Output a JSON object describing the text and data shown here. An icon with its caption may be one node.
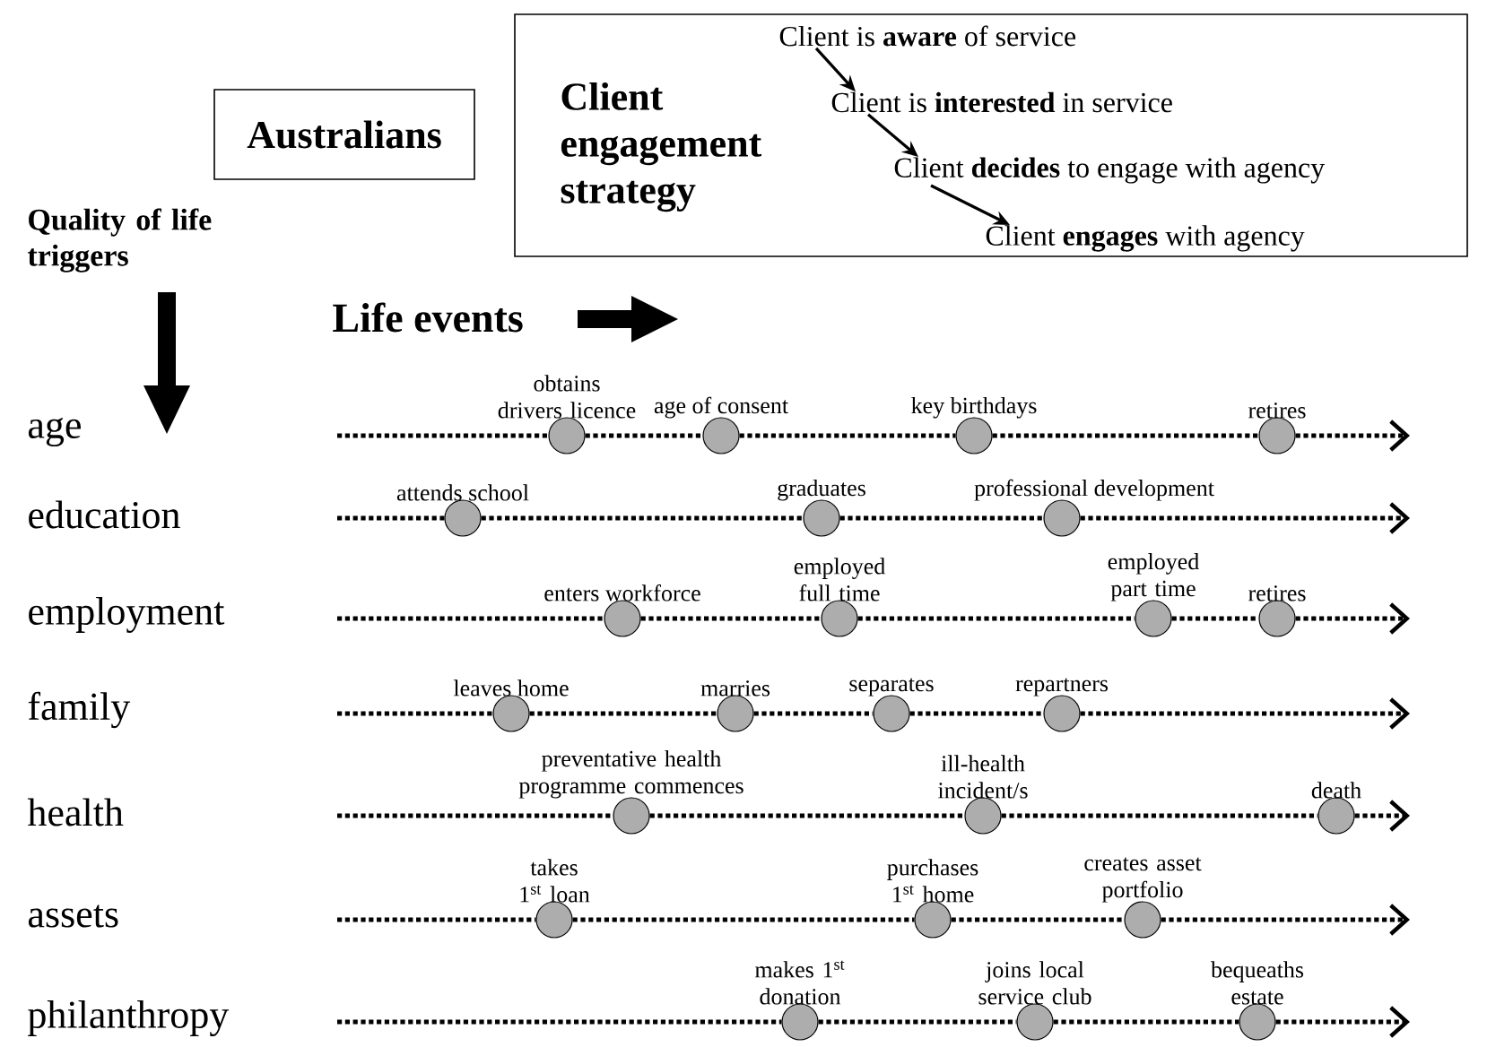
{
  "diagram": {
    "nodes": [
      {
        "text": [
          "Australians"
        ]
      },
      {
        "text": [
          "Client engagement strategy"
        ]
      },
      {
        "text": [
          "Client is **aware** of service"
        ],
        "in": 1
      },
      {
        "text": [
          "Client is **interested** in service"
        ],
        "in": 1
      },
      {
        "text": [
          "Client **decides** to engage with agency"
        ],
        "in": 1
      },
      {
        "text": [
          "Client **engages** with agency"
        ],
        "in": 1
      },
      {
        "text": [],
        "shape": "circle",
        "beside": [
          "obtains drivers licence"
        ]
      },
      {
        "text": [],
        "shape": "circle",
        "beside": [
          "age of consent"
        ]
      },
      {
        "text": [],
        "shape": "circle",
        "beside": [
          "key birthdays"
        ]
      },
      {
        "text": [],
        "shape": "circle",
        "beside": [
          "retires"
        ]
      },
      {
        "text": [],
        "shape": "circle",
        "beside": [
          "attends school"
        ]
      },
      {
        "text": [],
        "shape": "circle",
        "beside": [
          "graduates"
        ]
      },
      {
        "text": [],
        "shape": "circle",
        "beside": [
          "professional development"
        ]
      },
      {
        "text": [],
        "shape": "circle",
        "beside": [
          "enters workforce"
        ]
      },
      {
        "text": [],
        "shape": "circle",
        "beside": [
          "employed full time"
        ]
      },
      {
        "text": [],
        "shape": "circle",
        "beside": [
          "employed part time"
        ]
      },
      {
        "text": [],
        "shape": "circle",
        "beside": [
          "retires"
        ]
      },
      {
        "text": [],
        "shape": "circle",
        "beside": [
          "leaves home"
        ]
      },
      {
        "text": [],
        "shape": "circle",
        "beside": [
          "marries"
        ]
      },
      {
        "text": [],
        "shape": "circle",
        "beside": [
          "separates"
        ]
      },
      {
        "text": [],
        "shape": "circle",
        "beside": [
          "repartners"
        ]
      },
      {
        "text": [],
        "shape": "circle",
        "beside": [
          "preventative health programme commences"
        ]
      },
      {
        "text": [],
        "shape": "circle",
        "beside": [
          "ill-health incident/s"
        ]
      },
      {
        "text": [],
        "shape": "circle",
        "beside": [
          "death"
        ]
      },
      {
        "text": [],
        "shape": "circle",
        "beside": [
          "takes 1$^{st}$ loan"
        ]
      },
      {
        "text": [],
        "shape": "circle",
        "beside": [
          "purchases 1$^{st}$ home"
        ]
      },
      {
        "text": [],
        "shape": "circle",
        "beside": [
          "creates asset portfolio"
        ]
      },
      {
        "text": [],
        "shape": "circle",
        "beside": [
          "makes 1$^{st}$ donation"
        ]
      },
      {
        "text": [],
        "shape": "circle",
        "beside": [
          "joins local service club"
        ]
      },
      {
        "text": [],
        "shape": "circle",
        "beside": [
          "bequeaths estate"
        ]
      }
    ],
    "edges": [
      {
        "from": 2,
        "to": 3,
        "arrow": "to"
      },
      {
        "from": 3,
        "to": 4,
        "arrow": "to"
      },
      {
        "from": 4,
        "to": 5,
        "arrow": "to"
      },
      {
        "from": null,
        "to": 6,
        "arrow": "none",
        "style": "dashed"
      },
      {
        "from": 6,
        "to": 7,
        "arrow": "none",
        "style": "dashed"
      },
      {
        "from": 7,
        "to": 8,
        "arrow": "none",
        "style": "dashed"
      },
      {
        "from": 8,
        "to": 9,
        "arrow": "none",
        "style": "dashed"
      },
      {
        "from": 9,
        "to": null,
        "arrow": "to",
        "style": "dashed"
      },
      {
        "from": null,
        "to": 10,
        "arrow": "none",
        "style": "dashed"
      },
      {
        "from": 10,
        "to": 11,
        "arrow": "none",
        "style": "dashed"
      },
      {
        "from": 11,
        "to": 12,
        "arrow": "none",
        "style": "dashed"
      },
      {
        "from": 12,
        "to": null,
        "arrow": "to",
        "style": "dashed"
      },
      {
        "from": null,
        "to": 13,
        "arrow": "none",
        "style": "dashed"
      },
      {
        "from": 13,
        "to": 14,
        "arrow": "none",
        "style": "dashed"
      },
      {
        "from": 14,
        "to": 15,
        "arrow": "none",
        "style": "dashed"
      },
      {
        "from": 15,
        "to": 16,
        "arrow": "none",
        "style": "dashed"
      },
      {
        "from": 16,
        "to": null,
        "arrow": "to",
        "style": "dashed"
      },
      {
        "from": null,
        "to": 17,
        "arrow": "none",
        "style": "dashed"
      },
      {
        "from": 17,
        "to": 18,
        "arrow": "none",
        "style": "dashed"
      },
      {
        "from": 18,
        "to": 19,
        "arrow": "none",
        "style": "dashed"
      },
      {
        "from": 19,
        "to": 20,
        "arrow": "none",
        "style": "dashed"
      },
      {
        "from": 20,
        "to": null,
        "arrow": "to",
        "style": "dashed"
      },
      {
        "from": null,
        "to": 21,
        "arrow": "none",
        "style": "dashed"
      },
      {
        "from": 21,
        "to": 22,
        "arrow": "none",
        "style": "dashed"
      },
      {
        "from": 22,
        "to": 23,
        "arrow": "none",
        "style": "dashed"
      },
      {
        "from": 23,
        "to": null,
        "arrow": "to",
        "style": "dashed"
      },
      {
        "from": null,
        "to": 24,
        "arrow": "none",
        "style": "dashed"
      },
      {
        "from": 24,
        "to": 25,
        "arrow": "none",
        "style": "dashed"
      },
      {
        "from": 25,
        "to": 26,
        "arrow": "none",
        "style": "dashed"
      },
      {
        "from": 26,
        "to": null,
        "arrow": "to",
        "style": "dashed"
      },
      {
        "from": null,
        "to": 27,
        "arrow": "none",
        "style": "dashed"
      },
      {
        "from": 27,
        "to": 28,
        "arrow": "none",
        "style": "dashed"
      },
      {
        "from": 28,
        "to": 29,
        "arrow": "none",
        "style": "dashed"
      },
      {
        "from": 29,
        "to": null,
        "arrow": "to",
        "style": "dashed"
      }
    ],
    "labels": [
      "Quality of life triggers",
      "Life events",
      "age",
      "education",
      "employment",
      "family",
      "health",
      "assets",
      "philanthropy"
    ]
  }
}
